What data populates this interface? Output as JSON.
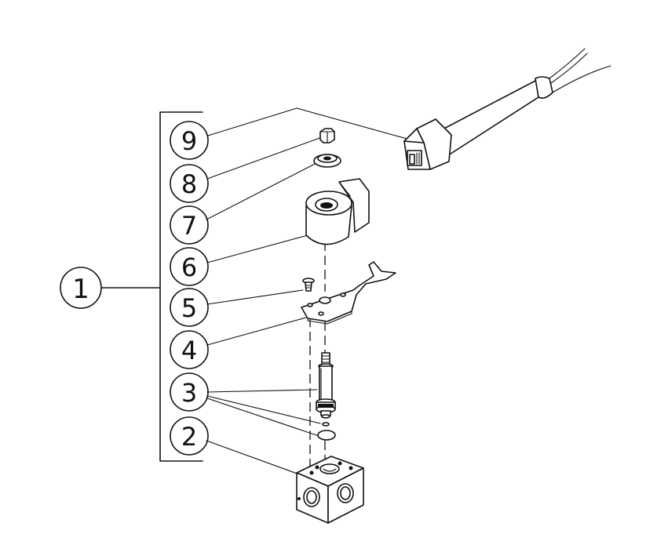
{
  "callouts": [
    {
      "label": "1"
    },
    {
      "label": "2"
    },
    {
      "label": "3"
    },
    {
      "label": "4"
    },
    {
      "label": "5"
    },
    {
      "label": "6"
    },
    {
      "label": "7"
    },
    {
      "label": "8"
    },
    {
      "label": "9"
    }
  ],
  "colors": {
    "ink": "#111111",
    "background": "#ffffff"
  }
}
